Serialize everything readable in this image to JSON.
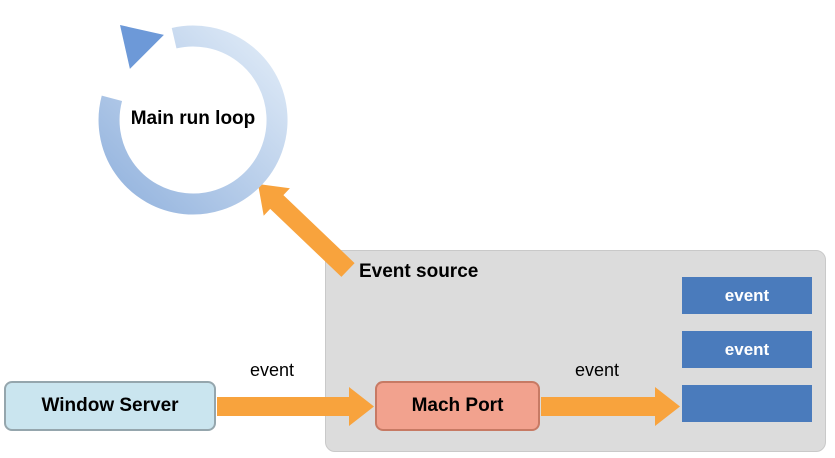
{
  "diagram": {
    "main_run_loop_label": "Main run loop",
    "event_source_label": "Event source",
    "window_server_label": "Window Server",
    "mach_port_label": "Mach Port",
    "arrow_labels": {
      "window_server_to_mach_port": "event",
      "mach_port_to_queue": "event"
    },
    "event_queue": [
      {
        "label": "event"
      },
      {
        "label": "event"
      },
      {
        "label": ""
      }
    ]
  },
  "colors": {
    "arrow_orange": "#F8A33D",
    "event_box_blue": "#4A7BBC",
    "event_box_text": "#FFFFFF",
    "mach_port_fill": "#F2A28E",
    "mach_port_border": "#C77A64",
    "window_server_fill": "#CAE5EF",
    "window_server_border": "#95A6AD",
    "event_source_fill": "#DCDCDC",
    "event_source_border": "#C9C9C9",
    "loop_ring_light": "#D9E6F5",
    "loop_ring_dark": "#9AB8E0",
    "loop_head": "#6D99D8",
    "text": "#000000"
  }
}
